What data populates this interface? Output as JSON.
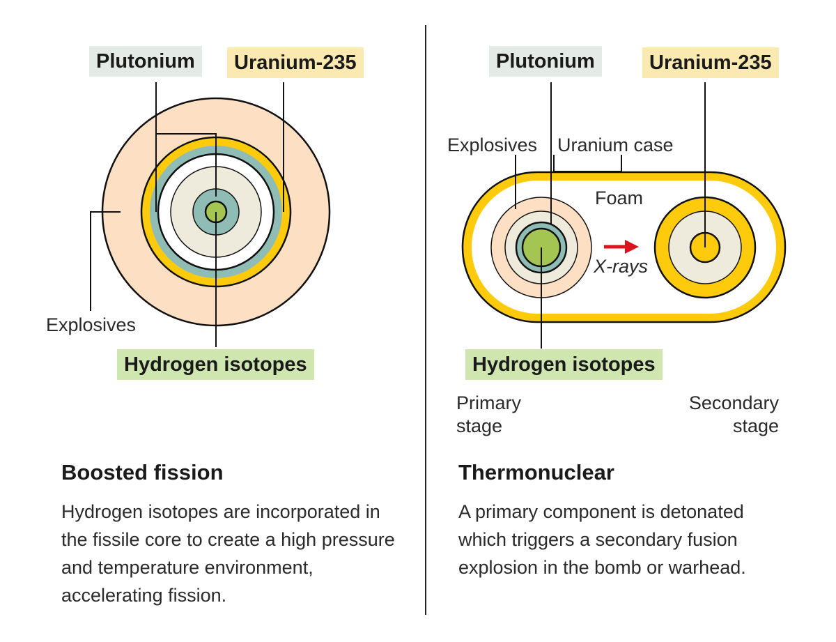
{
  "left_panel": {
    "labels": {
      "plutonium": "Plutonium",
      "uranium": "Uranium-235",
      "explosives": "Explosives",
      "hydrogen": "Hydrogen isotopes"
    },
    "title": "Boosted fission",
    "description": "Hydrogen isotopes are incorporated in the fissile core to create a high pressure and temperature environment, accelerating fission."
  },
  "right_panel": {
    "labels": {
      "plutonium": "Plutonium",
      "uranium": "Uranium-235",
      "explosives": "Explosives",
      "uranium_case": "Uranium case",
      "foam": "Foam",
      "xrays": "X-rays",
      "hydrogen": "Hydrogen isotopes",
      "primary_line1": "Primary",
      "primary_line2": "stage",
      "secondary_line1": "Secondary",
      "secondary_line2": "stage"
    },
    "title": "Thermonuclear",
    "description": "A primary component is detonated which triggers a secondary fusion explosion in the bomb or warhead."
  },
  "colors": {
    "explosives": "#fde0c4",
    "uranium": "#fdcb0b",
    "plutonium": "#8fbdb5",
    "hydrogen": "#a4c552",
    "core_light": "#eeebdd",
    "arrow": "#d9141f",
    "plutonium_tag": "#e4ebe6",
    "uranium_tag": "#fbe9b2",
    "hydrogen_tag": "#cfe6b1"
  }
}
